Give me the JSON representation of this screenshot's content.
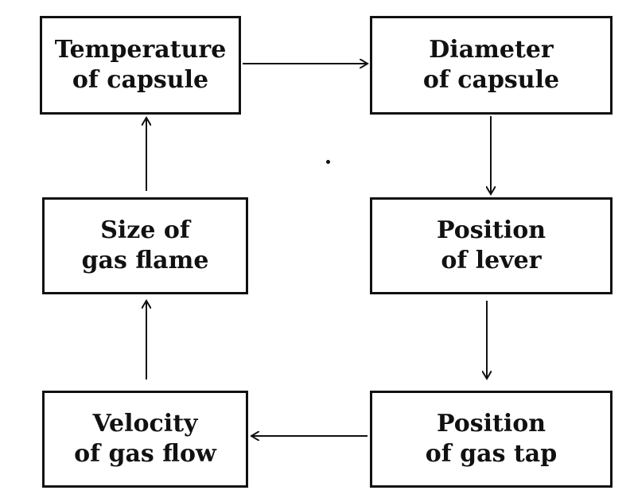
{
  "boxes": {
    "temperature": {
      "line1": "Temperature",
      "line2": "of capsule"
    },
    "diameter": {
      "line1": "Diameter",
      "line2": "of capsule"
    },
    "size": {
      "line1": "Size of",
      "line2": "gas flame"
    },
    "position_lever": {
      "line1": "Position",
      "line2": "of lever"
    },
    "velocity": {
      "line1": "Velocity",
      "line2": "of gas flow"
    },
    "position_tap": {
      "line1": "Position",
      "line2": "of gas tap"
    }
  },
  "arrows": [
    {
      "from": "temperature",
      "to": "diameter"
    },
    {
      "from": "diameter",
      "to": "position_lever"
    },
    {
      "from": "position_lever",
      "to": "position_tap"
    },
    {
      "from": "position_tap",
      "to": "velocity"
    },
    {
      "from": "velocity",
      "to": "size"
    },
    {
      "from": "size",
      "to": "temperature"
    }
  ],
  "colors": {
    "stroke": "#111111",
    "background": "#ffffff"
  }
}
